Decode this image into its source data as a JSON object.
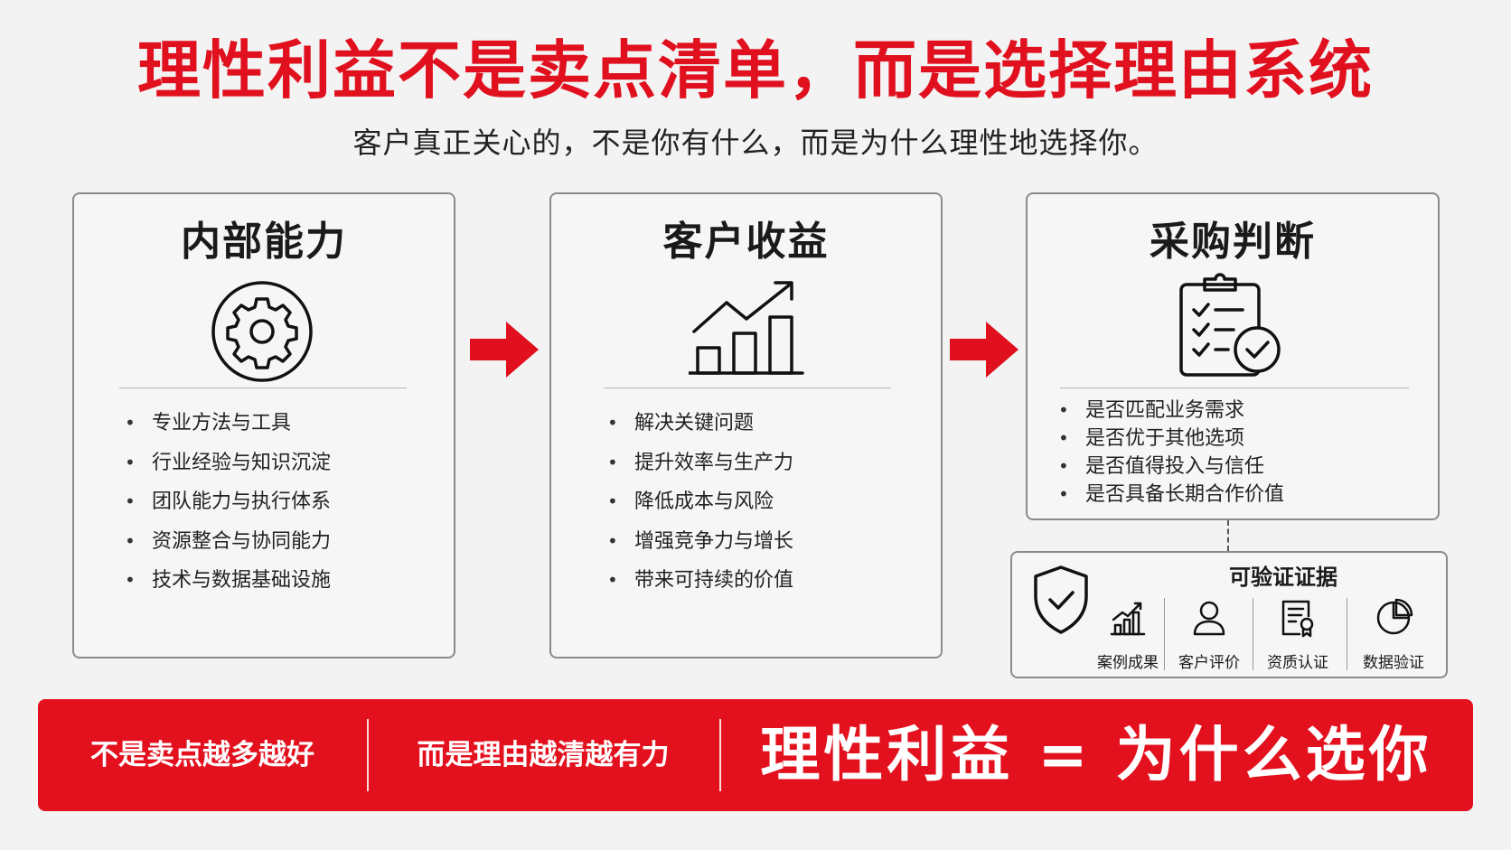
{
  "header": {
    "title": "理性利益不是卖点清单，而是选择理由系统",
    "subtitle": "客户真正关心的，不是你有什么，而是为什么理性地选择你。"
  },
  "colors": {
    "accent": "#e0101e",
    "border": "#8a8a8a",
    "text": "#1a1a1a"
  },
  "cards": [
    {
      "title": "内部能力",
      "icon": "gear-icon",
      "items": [
        "专业方法与工具",
        "行业经验与知识沉淀",
        "团队能力与执行体系",
        "资源整合与协同能力",
        "技术与数据基础设施"
      ]
    },
    {
      "title": "客户收益",
      "icon": "growth-chart-icon",
      "items": [
        "解决关键问题",
        "提升效率与生产力",
        "降低成本与风险",
        "增强竞争力与增长",
        "带来可持续的价值"
      ]
    },
    {
      "title": "采购判断",
      "icon": "checklist-icon",
      "items": [
        "是否匹配业务需求",
        "是否优于其他选项",
        "是否值得投入与信任",
        "是否具备长期合作价值"
      ]
    }
  ],
  "evidence": {
    "title": "可验证证据",
    "icon": "shield-check-icon",
    "items": [
      {
        "label": "案例成果",
        "icon": "bar-chart-icon"
      },
      {
        "label": "客户评价",
        "icon": "user-icon"
      },
      {
        "label": "资质认证",
        "icon": "certificate-icon"
      },
      {
        "label": "数据验证",
        "icon": "pie-chart-icon"
      }
    ]
  },
  "banner": {
    "left": "不是卖点越多越好",
    "middle": "而是理由越清越有力",
    "right": "理性利益 = 为什么选你"
  }
}
